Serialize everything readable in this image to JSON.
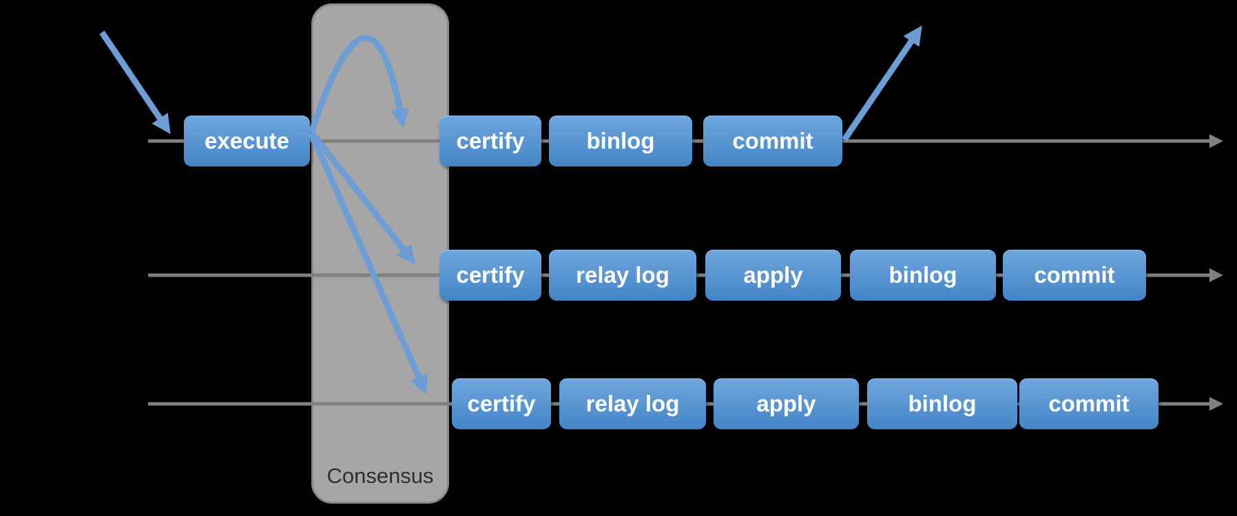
{
  "diagram": {
    "consensus_label": "Consensus",
    "rows": [
      {
        "boxes": [
          "execute",
          "certify",
          "binlog",
          "commit"
        ]
      },
      {
        "boxes": [
          "certify",
          "relay log",
          "apply",
          "binlog",
          "commit"
        ]
      },
      {
        "boxes": [
          "certify",
          "relay log",
          "apply",
          "binlog",
          "commit"
        ]
      }
    ],
    "colors": {
      "background": "#000000",
      "box_top": "#6FA7DE",
      "box_bottom": "#4484C6",
      "box_text": "#FFFFFF",
      "line_gray": "#808080",
      "arrow_blue": "#6C9DD4",
      "consensus_fill": "#A6A6A6",
      "consensus_border": "#8A8A8A",
      "consensus_text": "#2E2E2E"
    }
  }
}
